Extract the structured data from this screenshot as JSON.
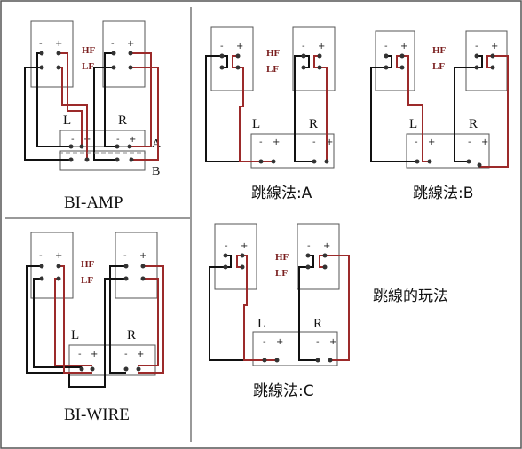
{
  "colors": {
    "black_wire": "#111111",
    "red_wire": "#9c2a2a",
    "panel_border": "#555555",
    "divider": "#999999"
  },
  "labels": {
    "hf": "HF",
    "lf": "LF",
    "left": "L",
    "right": "R",
    "minus": "-",
    "plus": "+",
    "marker_a": "A",
    "marker_b": "B",
    "bi_amp": "BI-AMP",
    "bi_wire": "BI-WIRE",
    "method_a": "跳線法:A",
    "method_b": "跳線法:B",
    "method_c": "跳線法:C",
    "heading": "跳線的玩法"
  }
}
